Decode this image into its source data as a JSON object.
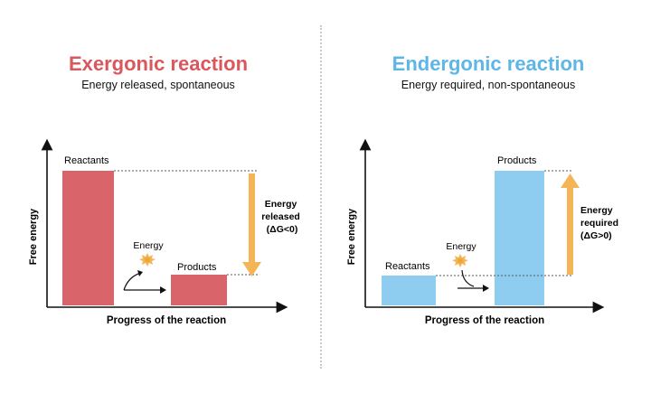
{
  "left": {
    "title": "Exergonic reaction",
    "subtitle": "Energy released, spontaneous",
    "y_label": "Free energy",
    "x_label": "Progress of the reaction",
    "reactants_label": "Reactants",
    "products_label": "Products",
    "energy_label": "Energy",
    "delta_label": [
      "Energy",
      "released",
      "(ΔG<0)"
    ],
    "colors": {
      "title": "#d9585d",
      "bar": "#d9646a",
      "arrow": "#f3b556"
    }
  },
  "right": {
    "title": "Endergonic reaction",
    "subtitle": "Energy required, non-spontaneous",
    "y_label": "Free energy",
    "x_label": "Progress of the reaction",
    "reactants_label": "Reactants",
    "products_label": "Products",
    "energy_label": "Energy",
    "delta_label": [
      "Energy",
      "required",
      "(ΔG>0)"
    ],
    "colors": {
      "title": "#5eb6e6",
      "bar": "#8fcdf0",
      "arrow": "#f3b556"
    }
  }
}
